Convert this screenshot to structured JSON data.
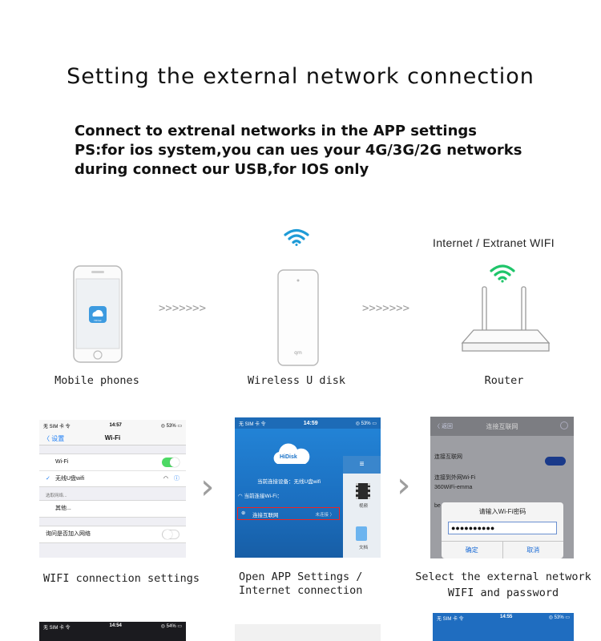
{
  "title": "Setting the external network connection",
  "intro": {
    "line1": "Connect to extrenal networks in the APP settings",
    "line2": "PS:for ios system,you can ues your 4G/3G/2G networks",
    "line3": "during connect our USB,for IOS only"
  },
  "diagram": {
    "phone_label": "Mobile phones",
    "udisk_label": "Wireless U disk",
    "router_label": "Router",
    "internet_label": "Internet / Extranet WIFI",
    "arrow_glyphs": ">>>>>>>",
    "udisk_brand": "qm",
    "app_icon_text": "HiDisk",
    "wifi_color": "#1e9bd7",
    "router_wifi_color": "#1fc56a"
  },
  "steps": {
    "step1_caption": "WIFI connection settings",
    "step2_caption_line1": "Open APP Settings /",
    "step2_caption_line2": "Internet connection",
    "step3_caption_line1": "Select the external network",
    "step3_caption_line2": "WIFI and password"
  },
  "screen1": {
    "carrier": "无 SIM 卡 令",
    "time": "14:57",
    "battery": "◎ 53% ▭",
    "back": "〈 设置",
    "nav_title": "Wi-Fi",
    "wifi_label": "Wi-Fi",
    "connected_network": "无线U盘wifi",
    "section_label": "选取网络...",
    "other": "其他...",
    "ask_join": "询问是否加入网络"
  },
  "screen2": {
    "carrier": "无 SIM 卡 令",
    "time": "14:59",
    "battery": "◎ 53% ▭",
    "cloud_text": "HiDisk",
    "current_device": "当前连接设备：无线U盘wifi",
    "current_wifi": "当前连接Wi-Fi：",
    "internet_row": "连接互联网",
    "internet_status": "未连接 〉",
    "side_video": "视频",
    "side_doc": "文档"
  },
  "screen3": {
    "back": "〈 返回",
    "nav_title": "连接互联网",
    "row_internet": "连接互联网",
    "row_external": "连接到外网Wi-Fi",
    "row_network": "360WiFi-emma",
    "row_partial": "be",
    "dialog_title": "请输入Wi-Fi密码",
    "password_mask": "●●●●●●●●●●",
    "confirm": "确定",
    "cancel": "取消"
  },
  "bottom": {
    "b1_carrier": "无 SIM 卡 令",
    "b1_time": "14:54",
    "b1_battery": "◎ 54% ▭",
    "b3_carrier": "无 SIM 卡 令",
    "b3_time": "14:55",
    "b3_battery": "◎ 53% ▭"
  }
}
